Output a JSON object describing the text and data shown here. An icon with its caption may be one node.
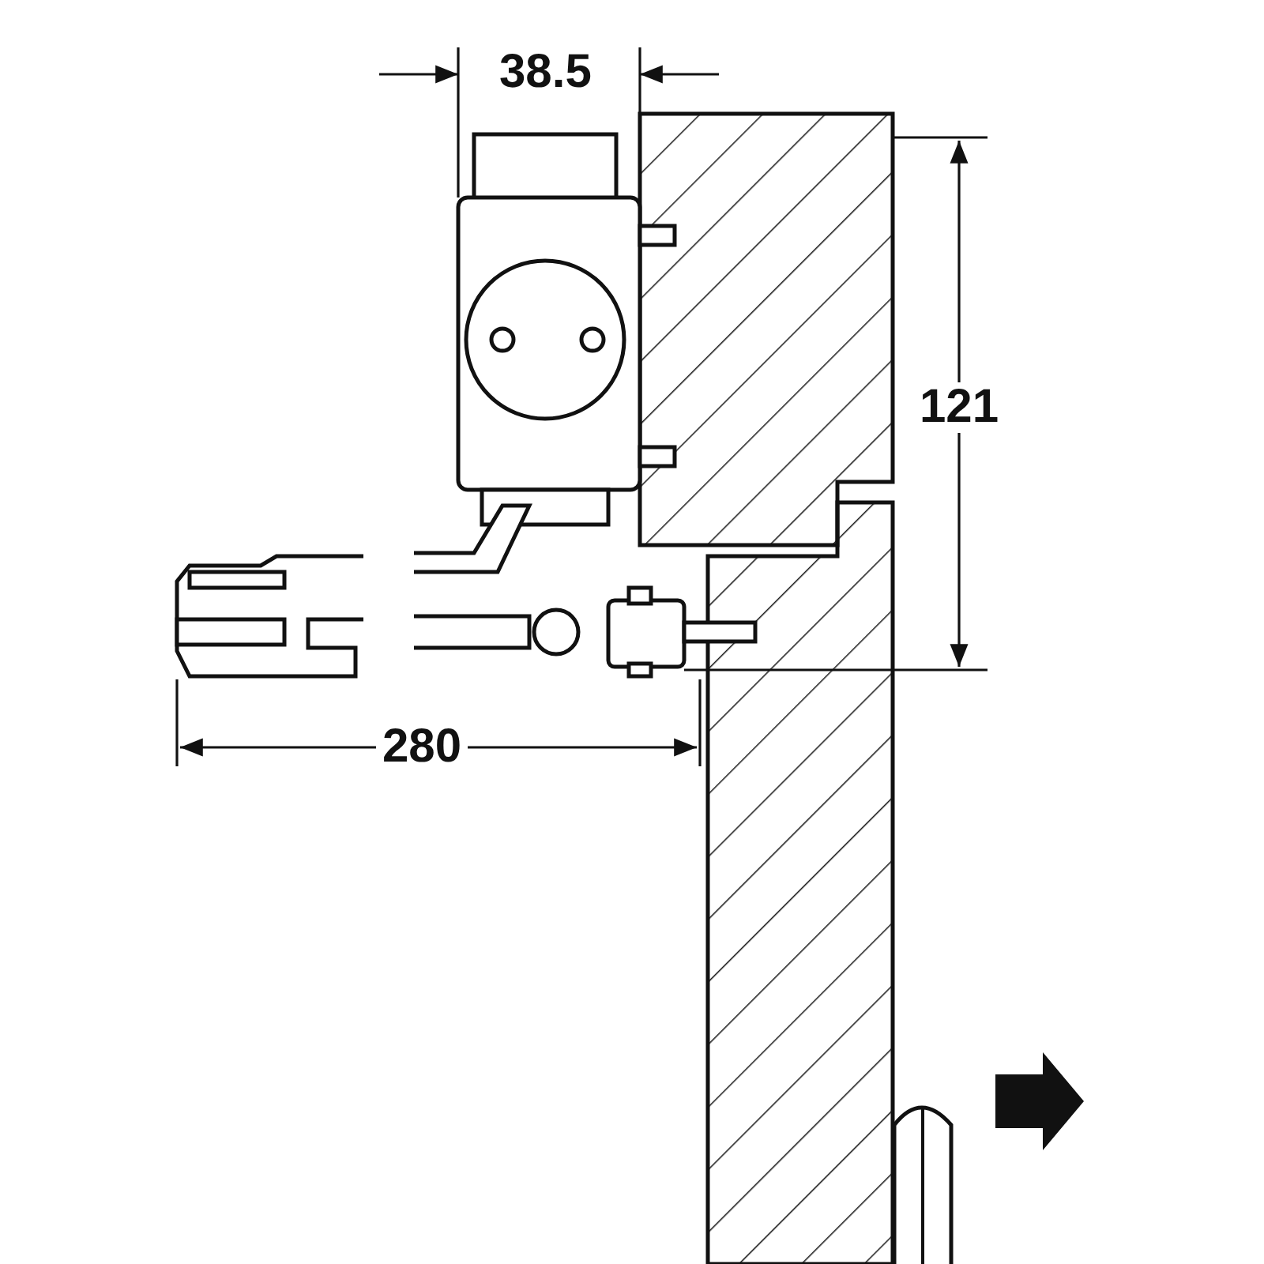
{
  "diagram": {
    "labels": [
      "38.5",
      "121",
      "280"
    ]
  }
}
